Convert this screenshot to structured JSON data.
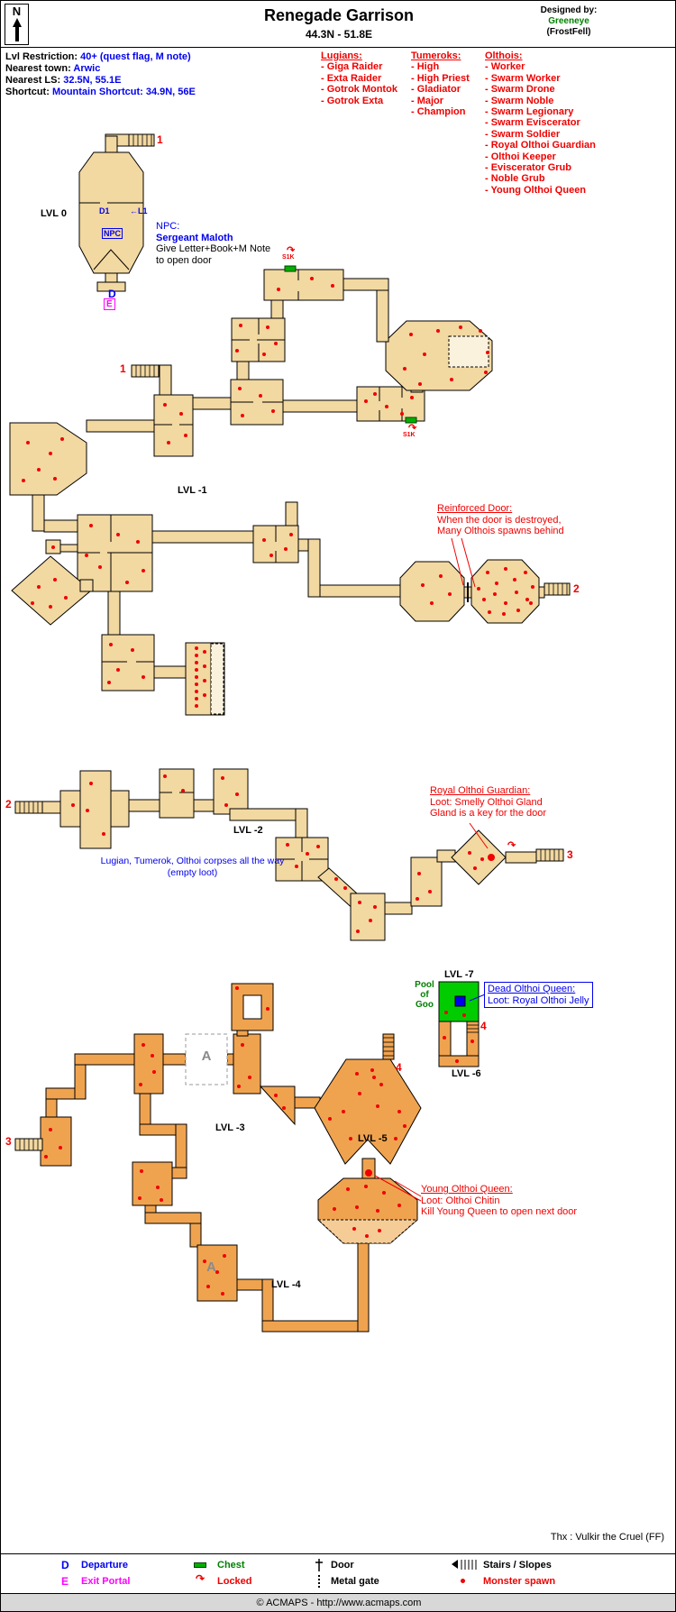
{
  "colors": {
    "tan": "#f2d8a1",
    "tan_light": "#fbf2de",
    "orange": "#f0a34f",
    "orange_light": "#f6cc96",
    "spawn_red": "#f00000",
    "annotation_blue": "#0000ee",
    "green": "#008000",
    "chest_green": "#00b000",
    "magenta": "#ff00ff",
    "pool_green": "#00cc00",
    "queen_blue": "#0000ee",
    "copyright_bar_gray": "#d8d8d8"
  },
  "header": {
    "compass": "N",
    "title": "Renegade Garrison",
    "coords": "44.3N - 51.8E",
    "designed_by_label": "Designed by:",
    "designer_name": "Greeneye",
    "designer_guild": "(FrostFell)"
  },
  "info": {
    "restriction_label": "Lvl Restriction:",
    "restriction_value": "40+ (quest flag, M note)",
    "town_label": "Nearest town:",
    "town_value": "Arwic",
    "ls_label": "Nearest LS:",
    "ls_value": "32.5N, 55.1E",
    "shortcut_label": "Shortcut:",
    "shortcut_value": "Mountain Shortcut: 34.9N, 56E"
  },
  "monsters": {
    "lugians": {
      "title": "Lugians:",
      "items": [
        "- Giga Raider",
        "- Exta Raider",
        "- Gotrok Montok",
        "- Gotrok Exta"
      ]
    },
    "tumeroks": {
      "title": "Tumeroks:",
      "items": [
        "- High",
        "- High Priest",
        "- Gladiator",
        "- Major",
        "- Champion"
      ]
    },
    "olthois": {
      "title": "Olthois:",
      "items": [
        "- Worker",
        "- Swarm Worker",
        "- Swarm Drone",
        "- Swarm Noble",
        "- Swarm Legionary",
        "- Swarm Eviscerator",
        "- Swarm Soldier",
        "- Royal Olthoi Guardian",
        "- Olthoi Keeper",
        "- Eviscerator Grub",
        "- Noble Grub",
        "- Young Olthoi Queen"
      ]
    }
  },
  "map": {
    "levels": {
      "l0": "LVL 0",
      "l1": "LVL -1",
      "l2": "LVL -2",
      "l3": "LVL -3",
      "l4": "LVL -4",
      "l5": "LVL -5",
      "l6": "LVL -6",
      "l7": "LVL -7"
    },
    "markers": {
      "n1": "1",
      "n2": "2",
      "n3": "3",
      "n4": "4",
      "d": "D",
      "e": "E",
      "npc": "NPC",
      "d1": "D1",
      "l1_arrow": "←L1",
      "s1k": "S1K",
      "a": "A"
    },
    "icons": {
      "locked": "↷"
    },
    "annotations": {
      "npc": {
        "intro": "NPC:",
        "name": "Sergeant Maloth",
        "line1": "Give Letter+Book+M Note",
        "line2": "to open door"
      },
      "reinforced": {
        "title": "Reinforced Door:",
        "line1": "When the door is destroyed,",
        "line2": "Many Olthois spawns behind"
      },
      "royal": {
        "title": "Royal Olthoi Guardian:",
        "line1": "Loot: Smelly Olthoi Gland",
        "line2": "Gland is a key for the door"
      },
      "corpses": {
        "line1": "Lugian, Tumerok, Olthoi corpses all the way",
        "line2": "(empty loot)"
      },
      "pool": {
        "line1": "Pool",
        "line2": "of",
        "line3": "Goo"
      },
      "dead_queen": {
        "title": "Dead Olthoi Queen:",
        "line1": "Loot: Royal Olthoi Jelly"
      },
      "young_queen": {
        "title": "Young Olthoi Queen:",
        "line1": "Loot: Olthoi Chitin",
        "line2": "Kill Young Queen to open next door"
      }
    },
    "thanks": "Thx : Vulkir the Cruel (FF)"
  },
  "legend": {
    "departure": {
      "letter": "D",
      "label": "Departure"
    },
    "exit": {
      "letter": "E",
      "label": "Exit Portal"
    },
    "chest": "Chest",
    "locked": "Locked",
    "door": "Door",
    "gate": "Metal gate",
    "stairs": "Stairs / Slopes",
    "spawn": "Monster spawn"
  },
  "footer": {
    "copyright": "© ACMAPS - http://www.acmaps.com"
  }
}
